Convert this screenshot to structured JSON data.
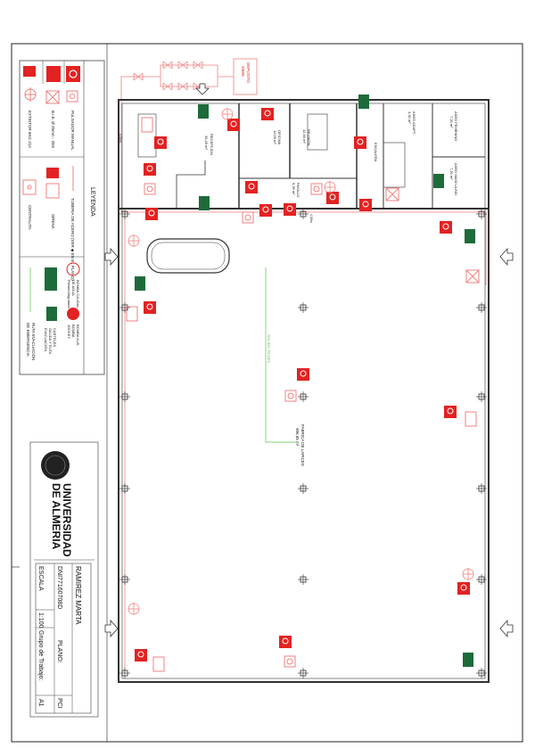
{
  "title_block": {
    "institution_line1": "UNIVERSIDAD",
    "institution_line2": "DE ALMERIA",
    "author": "RAMIREZ MARTA",
    "dni": "DNI77160708D",
    "plan_label": "PLANO:",
    "plan_value": "PCI",
    "scale_label": "ESCALA",
    "scale_value": "1:100",
    "group_label": "Grupo de Trabajo:",
    "sheet": "A1"
  },
  "legend": {
    "title": "LEYENDA",
    "items": {
      "manual_push": "PULSADOR MANUAL",
      "bie": "B.I.E. Ø 25mm - 20m",
      "extinguisher": "EXTINTOR 6KG 21A",
      "pipe": "TUBERIA DE ACERO (VER ◆ EN EL PLANO)",
      "siren": "SIRENA",
      "control_panel": "CENTRALITA",
      "main_pump_1": "BOMBA CAUDAL",
      "main_pump_2": "DE AGUA",
      "main_pump_3": "Presión/Impulsión",
      "jockey_1": "BOMBA AUX.",
      "jockey_2": "BOMBA",
      "jockey_3": "JOCKEY",
      "signs_1": "CARTELES",
      "signs_2": "SALIDA Y RUTA",
      "signs_3": "EVACUACIÓN",
      "route_1": "RUTA EVACUACIÓN",
      "route_2": "DE EMERGENCIA"
    }
  },
  "plan": {
    "tank_1": "DEPOSITO",
    "tank_2": "2000L",
    "reception_1": "RECEPCION",
    "reception_2": "36,25 m²",
    "office_1": "OFICINA",
    "office_2": "12,00 m²",
    "meeting_1": "REUNION",
    "meeting_2": "12,50 m²",
    "hall_1": "PASILLO",
    "hall_2": "5,35 m²",
    "stairs": "ESCALERA",
    "toilet_1": "ASEO ADAPT.",
    "toilet_2": "3,30 m²",
    "toilet_f_1": "ASEO FEMENINO",
    "toilet_f_2": "7,20 m²",
    "toilet_m_1": "ASEO MASCULINO",
    "toilet_m_2": "7,20 m²",
    "route_label": "SALIDA 70,62m",
    "factory_1": "FABRICA DE LAPICES",
    "factory_2": "906,65 m²",
    "dim_left": "4,50m",
    "dim_mid": "4,50m",
    "exit_sign": "SALIDA"
  },
  "colors": {
    "fire": "#e32222",
    "fire_line": "#f08080",
    "exit_green": "#1e6b3a",
    "route_green": "#9bdc8f",
    "wall": "#333333"
  }
}
